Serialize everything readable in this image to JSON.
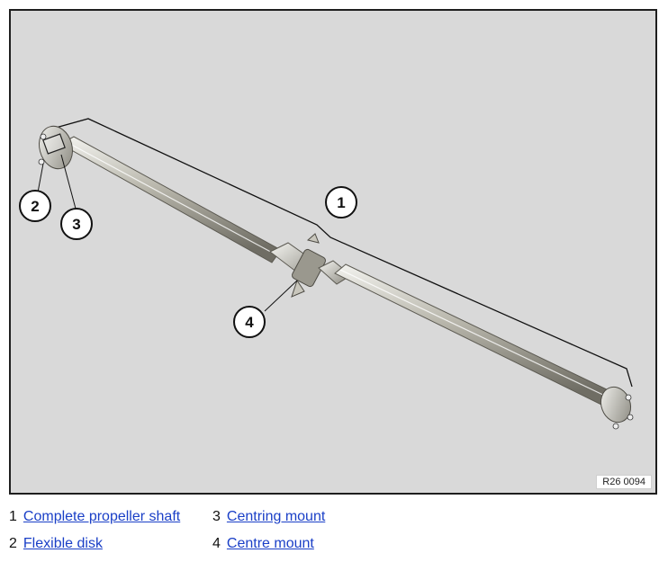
{
  "figure": {
    "reference_code": "R26 0094",
    "callouts": [
      {
        "number": "1"
      },
      {
        "number": "2"
      },
      {
        "number": "3"
      },
      {
        "number": "4"
      }
    ]
  },
  "legend": [
    {
      "number": "1",
      "label": "Complete propeller shaft"
    },
    {
      "number": "2",
      "label": "Flexible disk"
    },
    {
      "number": "3",
      "label": "Centring mount"
    },
    {
      "number": "4",
      "label": "Centre mount"
    }
  ]
}
